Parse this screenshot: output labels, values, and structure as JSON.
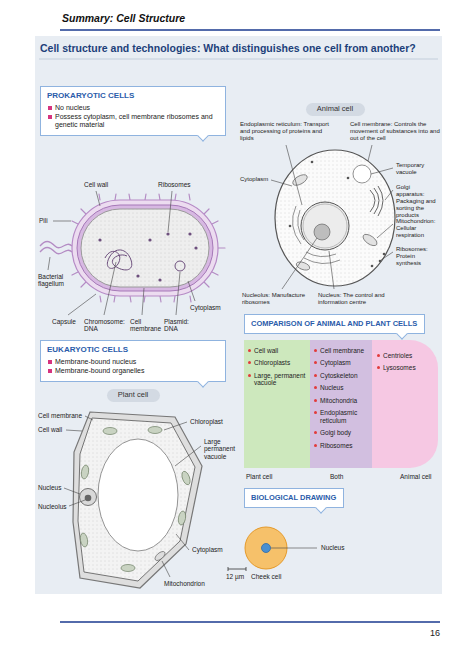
{
  "diagram": {
    "title": "Summary: Cell Structure",
    "nodes": [
      {
        "text": [
          "Cell structure and technologies: What distinguishes one cell from another?"
        ]
      },
      {
        "text": [
          "PROKARYOTIC CELLS",
          "No nucleus",
          "Possess cytoplasm, cell membrane ribosomes and genetic material"
        ],
        "in": 0
      },
      {
        "text": [
          "EUKARYOTIC CELLS",
          "Membrane-bound nucleus",
          "Membrane-bound organelles"
        ],
        "in": 0
      },
      {
        "text": [
          "Plant cell"
        ],
        "in": 0
      },
      {
        "text": [
          "Animal cell"
        ],
        "in": 0
      },
      {
        "text": [
          "COMPARISON OF ANIMAL AND PLANT CELLS"
        ],
        "in": 0
      },
      {
        "text": [
          "Cell wall",
          "Chloroplasts",
          "Large, permanent vacuole"
        ],
        "in": 0
      },
      {
        "text": [
          "Cell membrane",
          "Cytoplasm",
          "Cytoskeleton",
          "Nucleus",
          "Mitochondria",
          "Endoplasmic reticulum",
          "Golgi body",
          "Ribosomes"
        ],
        "in": 6
      },
      {
        "text": [
          "Centrioles",
          "Lysosomes"
        ],
        "in": 0
      },
      {
        "text": [
          "BIOLOGICAL DRAWING"
        ],
        "in": 0
      }
    ],
    "labels": [
      "Cell wall",
      "Ribosomes",
      "Pili",
      "Bacterial flagellum",
      "Cytoplasm",
      "Capsule",
      "Chromosome: DNA",
      "Cell membrane",
      "Plasmid: DNA",
      "Cell membrane",
      "Cell wall",
      "Chloroplast",
      "Large permanent vacuole",
      "Nucleus",
      "Nucleolus",
      "Cytoplasm",
      "Mitochondrion",
      "Endoplasmic reticulum: Transport and processing of proteins and lipids",
      "Cell membrane: Controls the movement of substances into and out of the cell",
      "Cytoplasm",
      "Temporary vacuole",
      "Golgi apparatus: Packaging and sorting the products",
      "Mitochondrion: Cellular respiration",
      "Ribosomes: Protein synthesis",
      "Nucleolus: Manufacture ribosomes",
      "Nucleus: The control and information centre",
      "Plant cell",
      "Both",
      "Animal cell",
      "Nucleus",
      "12 µm",
      "Cheek cell",
      "16"
    ]
  }
}
